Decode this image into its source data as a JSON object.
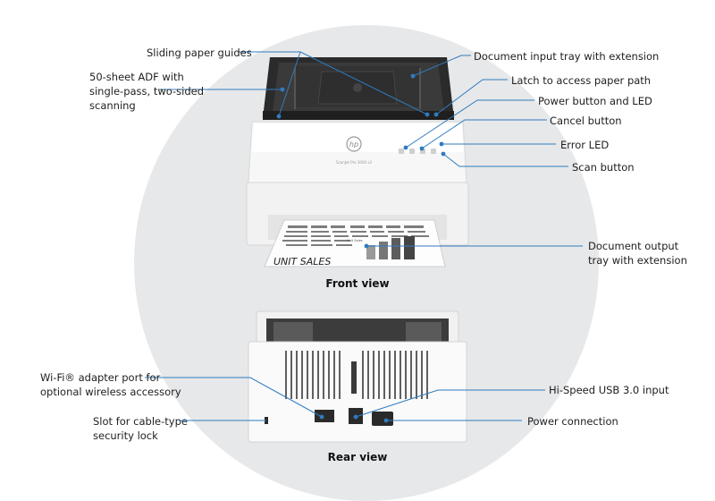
{
  "brand": {
    "logo": "hp",
    "model_text": "ScanJet Pro 3000 s3"
  },
  "document": {
    "heading": "UNIT SALES",
    "chart_label": "Unit Sales"
  },
  "captions": {
    "front": "Front view",
    "rear": "Rear view"
  },
  "callouts": {
    "sliding_guides": "Sliding paper guides",
    "adf_line1": "50-sheet ADF with",
    "adf_line2": "single-pass, two-sided",
    "adf_line3": "scanning",
    "input_tray": "Document input tray with extension",
    "latch": "Latch to access paper path",
    "power_button": "Power button and LED",
    "cancel": "Cancel button",
    "error_led": "Error LED",
    "scan": "Scan button",
    "output_line1": "Document output",
    "output_line2": "tray with extension",
    "wifi_line1": "Wi-Fi® adapter port for",
    "wifi_line2": "optional wireless accessory",
    "usb": "Hi-Speed USB 3.0 input",
    "lock_line1": "Slot for cable-type",
    "lock_line2": "security lock",
    "power_conn": "Power connection"
  },
  "colors": {
    "leader": "#2f7bbf",
    "dot": "#2f7bbf",
    "circle": "#e7e8ea"
  }
}
